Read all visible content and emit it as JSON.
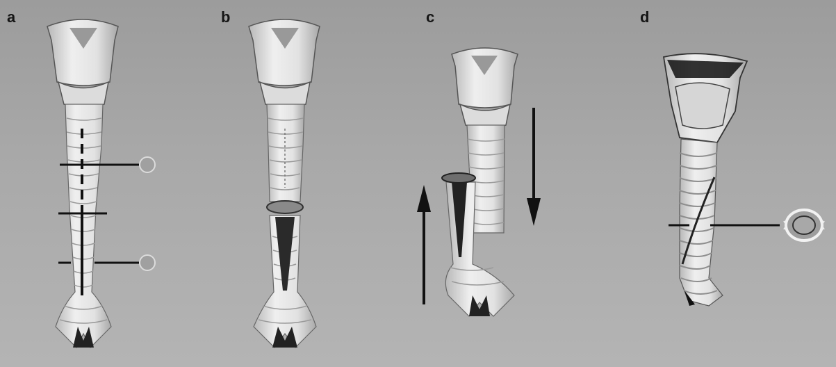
{
  "figure": {
    "panels": [
      {
        "id": "a",
        "label": "a"
      },
      {
        "id": "b",
        "label": "b"
      },
      {
        "id": "c",
        "label": "c"
      },
      {
        "id": "d",
        "label": "d"
      }
    ],
    "colors": {
      "background": "#a6a6a6",
      "structure_fill": "#e4e4e4",
      "structure_shade": "#bdbdbd",
      "line": "#111111"
    }
  }
}
